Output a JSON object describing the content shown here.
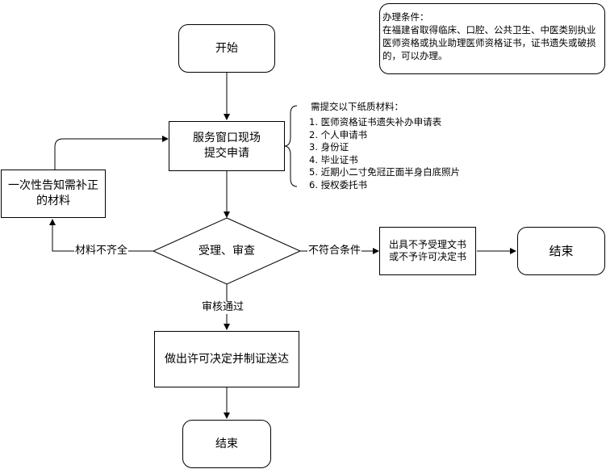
{
  "nodes": {
    "start": "开始",
    "submit": "服务窗口现场\n提交申请",
    "notify": "一次性告知需补正\n的材料",
    "review": "受理、审查",
    "reject_doc": "出具不予受理文书\n或不予许可决定书",
    "end_right": "结束",
    "permit": "做出许可决定并制证送达",
    "end_bottom": "结束"
  },
  "edges": {
    "incomplete": "材料不齐全",
    "not_qualified": "不符合条件",
    "approved": "审核通过"
  },
  "conditions_note": "办理条件：\n在福建省取得临床、口腔、公共卫生、中医类别执业医师资格或执业助理医师资格证书，证书遗失或破损的，可以办理。",
  "materials": {
    "title": "需提交以下纸质材料：",
    "items": [
      "1. 医师资格证书遗失补办申请表",
      "2. 个人申请书",
      "3. 身份证",
      "4. 毕业证书",
      "5. 近期小二寸免冠正面半身白底照片",
      "6. 授权委托书"
    ]
  }
}
